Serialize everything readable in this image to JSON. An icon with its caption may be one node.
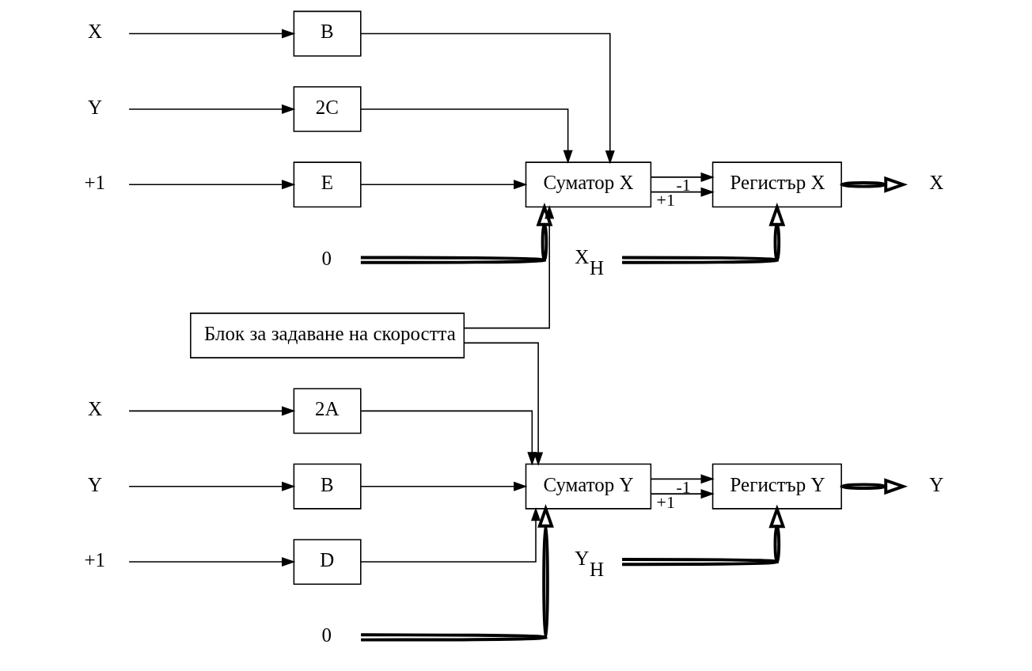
{
  "diagram": {
    "nodes": [
      {
        "text": [
          "X"
        ]
      },
      {
        "text": [
          "B"
        ]
      },
      {
        "text": [
          "Y"
        ]
      },
      {
        "text": [
          "2C"
        ]
      },
      {
        "text": [
          "+1"
        ]
      },
      {
        "text": [
          "E"
        ]
      },
      {
        "text": [
          "Суматор X"
        ]
      },
      {
        "text": [
          "Регистър X"
        ]
      },
      {
        "text": [
          "X"
        ]
      },
      {
        "text": [
          "0"
        ]
      },
      {
        "text": [
          "X$_{Н}$"
        ]
      },
      {
        "text": [
          "X"
        ]
      },
      {
        "text": [
          "2A"
        ]
      },
      {
        "text": [
          "Y"
        ]
      },
      {
        "text": [
          "B"
        ]
      },
      {
        "text": [
          "+1"
        ]
      },
      {
        "text": [
          "D"
        ]
      },
      {
        "text": [
          "Суматор Y"
        ]
      },
      {
        "text": [
          "Регистър Y"
        ]
      },
      {
        "text": [
          "Y"
        ]
      },
      {
        "text": [
          "0"
        ]
      },
      {
        "text": [
          "Y$_{Н}$"
        ]
      },
      {
        "text": [
          "Блок за задаване на скоростта"
        ]
      }
    ],
    "edges": [
      {
        "from": 0,
        "to": 1,
        "arrow": "to"
      },
      {
        "from": 2,
        "to": 3,
        "arrow": "to"
      },
      {
        "from": 4,
        "to": 5,
        "arrow": "to"
      },
      {
        "from": 1,
        "to": 6,
        "arrow": "to"
      },
      {
        "from": 3,
        "to": 6,
        "arrow": "to"
      },
      {
        "from": 5,
        "to": 6,
        "arrow": "to"
      },
      {
        "from": 22,
        "to": 6,
        "arrow": "to"
      },
      {
        "from": 9,
        "to": 6,
        "arrow": "to",
        "style": "thick"
      },
      {
        "from": 6,
        "to": 7,
        "arrow": "to",
        "label": "+1"
      },
      {
        "from": 6,
        "to": 7,
        "arrow": "to",
        "label": "-1"
      },
      {
        "from": 10,
        "to": 7,
        "arrow": "to",
        "style": "thick"
      },
      {
        "from": 7,
        "to": 8,
        "arrow": "to",
        "style": "thick"
      },
      {
        "from": 11,
        "to": 12,
        "arrow": "to"
      },
      {
        "from": 13,
        "to": 14,
        "arrow": "to"
      },
      {
        "from": 15,
        "to": 16,
        "arrow": "to"
      },
      {
        "from": 12,
        "to": 17,
        "arrow": "to"
      },
      {
        "from": 14,
        "to": 17,
        "arrow": "to"
      },
      {
        "from": 16,
        "to": 17,
        "arrow": "to"
      },
      {
        "from": 22,
        "to": 17,
        "arrow": "to"
      },
      {
        "from": 20,
        "to": 17,
        "arrow": "to",
        "style": "thick"
      },
      {
        "from": 17,
        "to": 18,
        "arrow": "to",
        "label": "+1"
      },
      {
        "from": 17,
        "to": 18,
        "arrow": "to",
        "label": "-1"
      },
      {
        "from": 21,
        "to": 18,
        "arrow": "to",
        "style": "thick"
      },
      {
        "from": 18,
        "to": 19,
        "arrow": "to",
        "style": "thick"
      }
    ]
  }
}
